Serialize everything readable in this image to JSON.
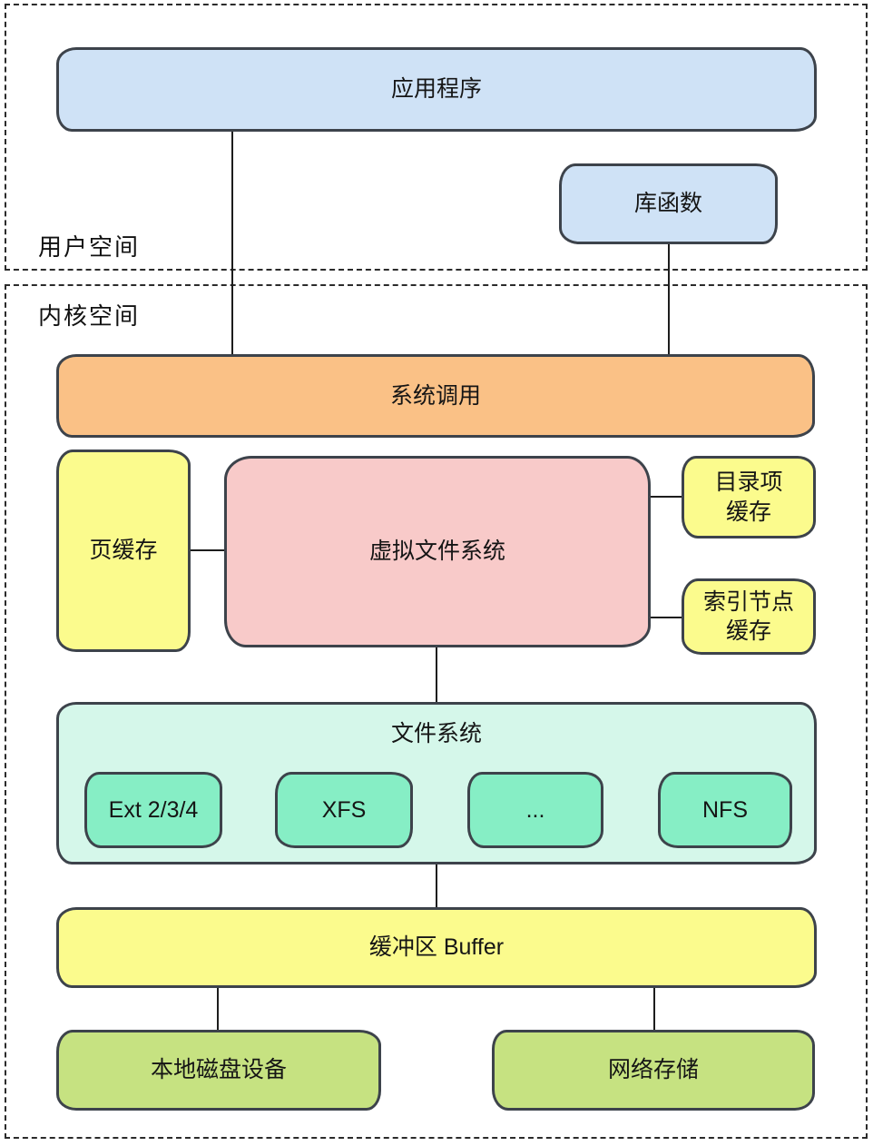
{
  "regions": {
    "user_space": "用户空间",
    "kernel_space": "内核空间"
  },
  "nodes": {
    "application": "应用程序",
    "library": "库函数",
    "syscall": "系统调用",
    "page_cache": "页缓存",
    "vfs": "虚拟文件系统",
    "dentry_cache_line1": "目录项",
    "dentry_cache_line2": "缓存",
    "inode_cache_line1": "索引节点",
    "inode_cache_line2": "缓存",
    "filesystem_title": "文件系统",
    "fs_children": [
      "Ext 2/3/4",
      "XFS",
      "...",
      "NFS"
    ],
    "buffer": "缓冲区 Buffer",
    "local_disk": "本地磁盘设备",
    "network_storage": "网络存储"
  },
  "edges": [
    {
      "from": "application",
      "to": "syscall"
    },
    {
      "from": "library",
      "to": "syscall"
    },
    {
      "from": "page_cache",
      "to": "vfs"
    },
    {
      "from": "vfs",
      "to": "dentry_cache"
    },
    {
      "from": "vfs",
      "to": "inode_cache"
    },
    {
      "from": "vfs",
      "to": "filesystem"
    },
    {
      "from": "filesystem",
      "to": "buffer"
    },
    {
      "from": "buffer",
      "to": "local_disk"
    },
    {
      "from": "buffer",
      "to": "network_storage"
    }
  ],
  "colors": {
    "blue": "#cfe2f6",
    "orange": "#fac186",
    "yellow": "#fbfb8d",
    "pink": "#f8cac9",
    "mint": "#d5f7ea",
    "green": "#86eec5",
    "olive": "#c6e281",
    "node_border": "#3d434b",
    "dashed_border": "#2b2b2b",
    "edge": "#1d1d1d",
    "text": "#151515"
  }
}
